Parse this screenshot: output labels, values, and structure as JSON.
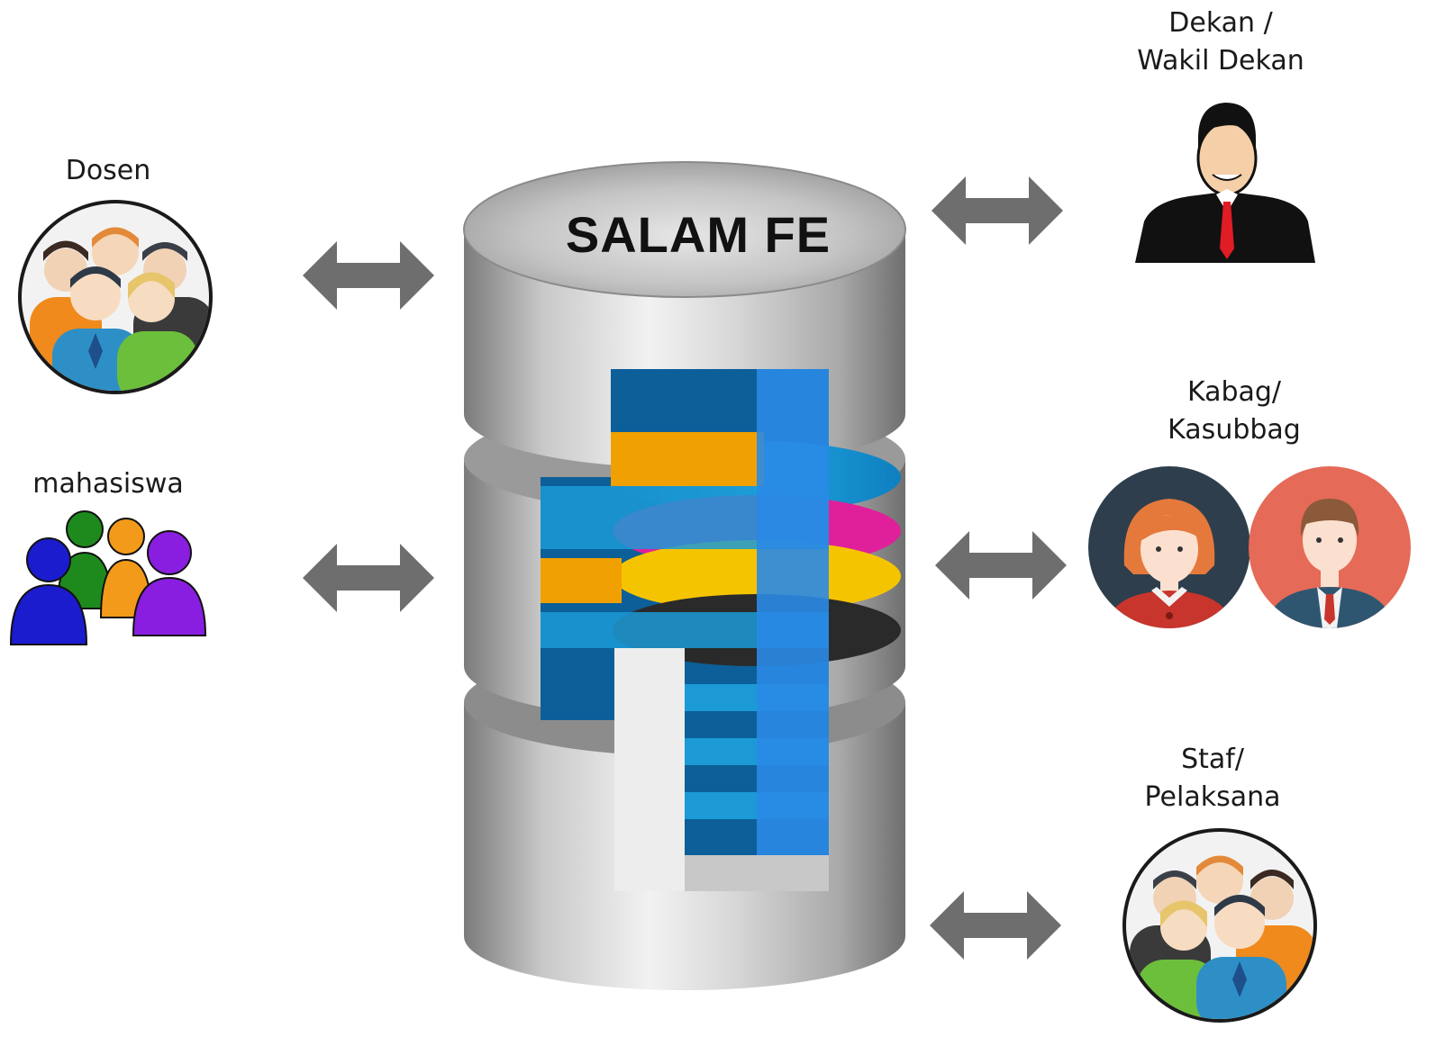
{
  "database": {
    "title": "SALAM FE"
  },
  "actors": {
    "dosen": {
      "label": "Dosen"
    },
    "mahasiswa": {
      "label": "mahasiswa"
    },
    "dekan": {
      "label_line1": "Dekan /",
      "label_line2": "Wakil Dekan"
    },
    "kabag": {
      "label_line1": "Kabag/",
      "label_line2": "Kasubbag"
    },
    "staf": {
      "label_line1": "Staf/",
      "label_line2": "Pelaksana"
    }
  },
  "colors": {
    "arrow": "#6e6e6e",
    "cylinder_metal": "#b8b8b8",
    "disk_blue": "#1e90d8",
    "disk_orange": "#f0a000",
    "disk_magenta": "#e0209a",
    "disk_yellow": "#f5c400",
    "disk_black": "#2a2a2a"
  },
  "icons": [
    "group-icon",
    "crowd-icon",
    "businessman-icon",
    "woman-avatar-icon",
    "man-avatar-icon",
    "double-arrow-icon",
    "database-icon"
  ]
}
